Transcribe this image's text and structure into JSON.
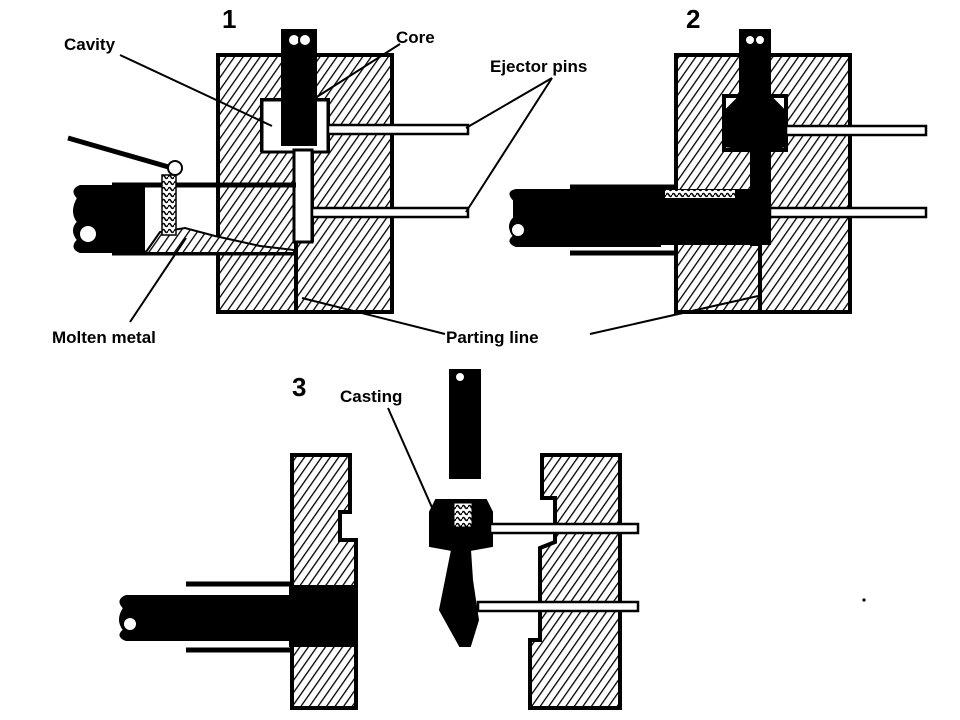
{
  "stages": {
    "one": "1",
    "two": "2",
    "three": "3"
  },
  "labels": {
    "cavity": "Cavity",
    "core": "Core",
    "ejector_pins": "Ejector pins",
    "molten_metal": "Molten metal",
    "parting_line": "Parting line",
    "casting": "Casting"
  }
}
